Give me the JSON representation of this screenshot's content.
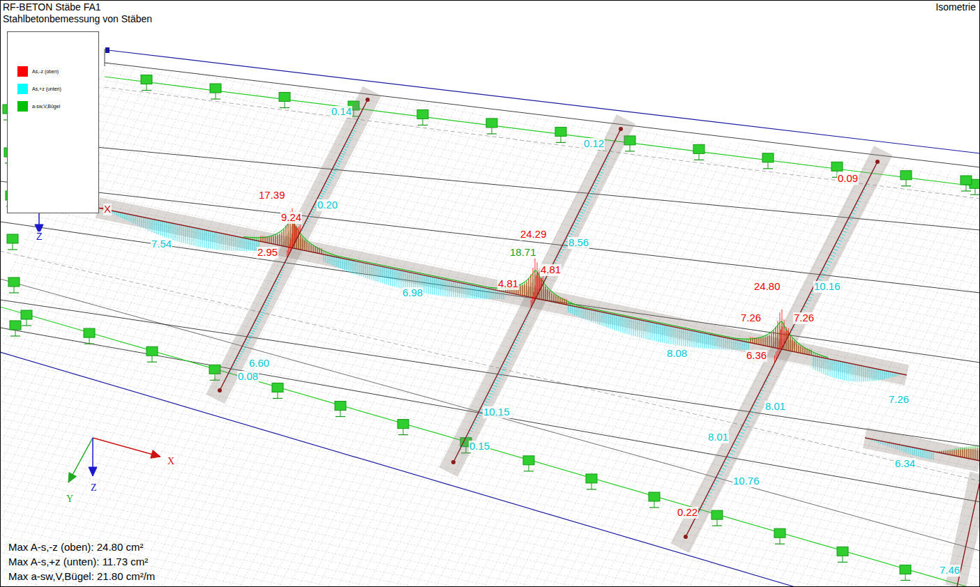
{
  "diagram": {
    "title": "RF-BETON Stäbe FA1",
    "labels": [
      "Stahlbetonbemessung von Stäben",
      "Isometrie",
      "0.14",
      "0.12",
      "0.09",
      "17.39",
      "9.24",
      "0.20",
      "7.54",
      "2.95",
      "24.29",
      "18.71",
      "8.56",
      "4.81",
      "4.81",
      "6.98",
      "24.80",
      "10.16",
      "7.26",
      "7.26",
      "8.08",
      "6.36",
      "7.26",
      "6.60",
      "0.08",
      "10.15",
      "0.15",
      "8.01",
      "8.01",
      "10.76",
      "6.34",
      "0.22",
      "7.46",
      "X",
      "Z",
      "X",
      "Y",
      "Z",
      "Max A-s,-z (oben): 24.80 cm²",
      "Max A-s,+z (unten): 11.73 cm²",
      "Max a-sw,V,Bügel: 21.80 cm²/m"
    ],
    "legend": [
      {
        "text": "As,-z (oben)",
        "color": "#ff0000"
      },
      {
        "text": "As,+z (unten)",
        "color": "#00ffff"
      },
      {
        "text": "a-sw,V,Bügel",
        "color": "#00c000"
      }
    ]
  }
}
